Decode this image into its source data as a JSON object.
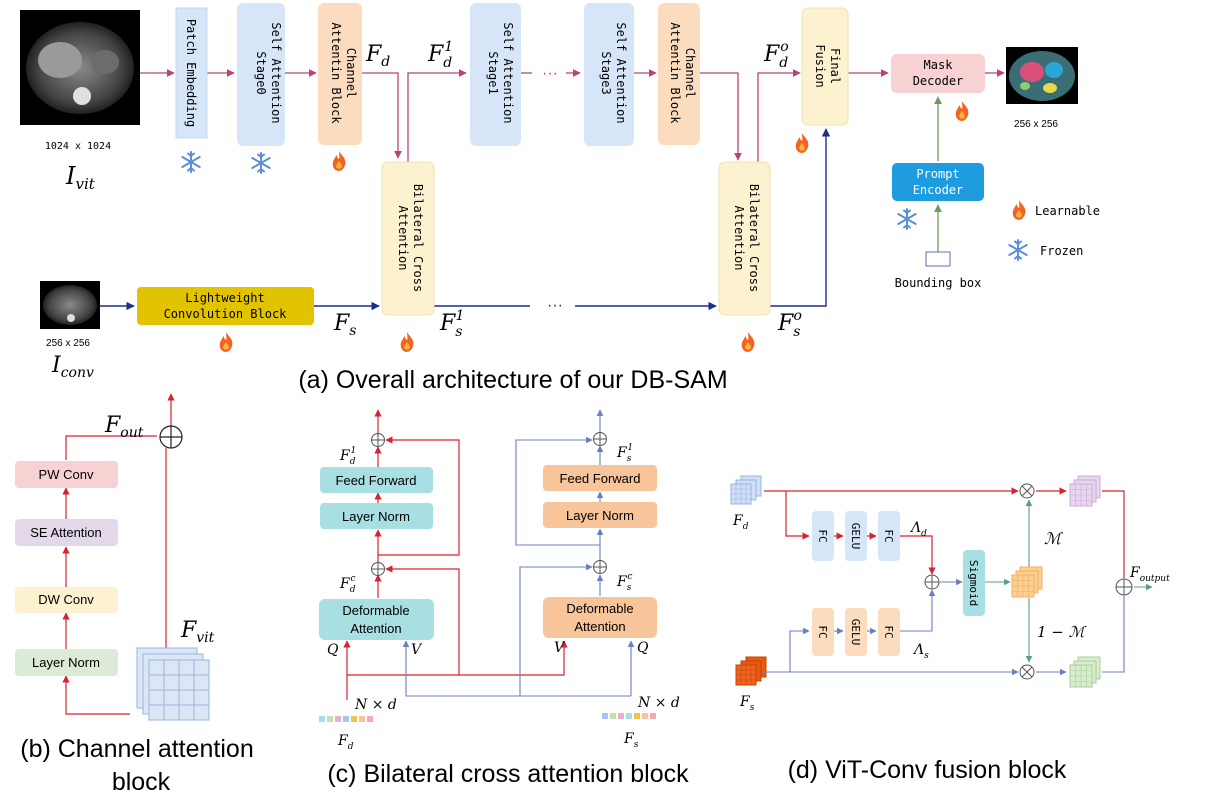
{
  "colors": {
    "blue_box": "#d6e6f8",
    "orange_box": "#fbdcbf",
    "yellow_box": "#fdf2cf",
    "gold_box": "#e2c300",
    "pink_box": "#f8d2d2",
    "prompt_box": "#1f9be0",
    "teal_box": "#a8dfe3",
    "peach_box": "#f8c49a",
    "red_line": "#d92232",
    "navy_line": "#1f2c8f",
    "magenta_line": "#b8437a",
    "green_line": "#6e9a5e"
  },
  "icons": {
    "learnable": "flame-icon",
    "frozen": "snowflake-icon"
  },
  "panel_a": {
    "caption": "(a) Overall architecture of our DB-SAM",
    "input_vit_size": "1024 x 1024",
    "input_vit_label": "I",
    "input_vit_sub": "vit",
    "input_conv_size": "256 x 256",
    "input_conv_label": "I",
    "input_conv_sub": "conv",
    "output_size": "256 x 256",
    "blocks": {
      "patch_embedding": "Patch Embedding",
      "self_attention_0_l1": "Self Attention",
      "self_attention_0_l2": "Stage0",
      "channel_attention_1_l1": "Channel",
      "channel_attention_1_l2": "Attentin Block",
      "self_attention_1_l1": "Self Attention",
      "self_attention_1_l2": "Stage1",
      "self_attention_3_l1": "Self Attention",
      "self_attention_3_l2": "Stage3",
      "channel_attention_2_l1": "Channel",
      "channel_attention_2_l2": "Attentin Block",
      "bca_1_l1": "Bilateral Cross",
      "bca_1_l2": "Attention",
      "bca_2_l1": "Bilateral Cross",
      "bca_2_l2": "Attention",
      "final_fusion_l1": "Final",
      "final_fusion_l2": "Fusion",
      "lightweight_l1": "Lightweight",
      "lightweight_l2": "Convolution Block",
      "mask_decoder_l1": "Mask",
      "mask_decoder_l2": "Decoder",
      "prompt_encoder_l1": "Prompt",
      "prompt_encoder_l2": "Encoder",
      "bounding_box": "Bounding box"
    },
    "legend": {
      "learnable": "Learnable",
      "frozen": "Frozen"
    },
    "symbols": {
      "F": "F",
      "d": "d",
      "s": "s",
      "sup1": "1",
      "supo": "o",
      "dots": "···"
    }
  },
  "panel_b": {
    "caption_l1": "(b) Channel attention",
    "caption_l2": "block",
    "blocks": {
      "pw_conv": "PW Conv",
      "se_attention": "SE Attention",
      "dw_conv": "DW Conv",
      "layer_norm": "Layer Norm"
    },
    "f_out_sub": "out",
    "f_vit_sub": "vit"
  },
  "panel_c": {
    "caption": "(c) Bilateral cross attention block",
    "feed_forward": "Feed Forward",
    "layer_norm": "Layer Norm",
    "deformable_l1": "Deformable",
    "deformable_l2": "Attention",
    "q": "Q",
    "v": "V",
    "n_times_d": "N × d",
    "sup_c": "c"
  },
  "panel_d": {
    "caption": "(d) ViT-Conv fusion block",
    "fc": "FC",
    "gelu": "GELU",
    "sigmoid": "Sigmoid",
    "lambda_d": "Λ",
    "lambda_sub_d": "d",
    "lambda_sub_s": "s",
    "m": "ℳ",
    "one_minus_m": "1 − ℳ",
    "f_output_sub": "output"
  }
}
